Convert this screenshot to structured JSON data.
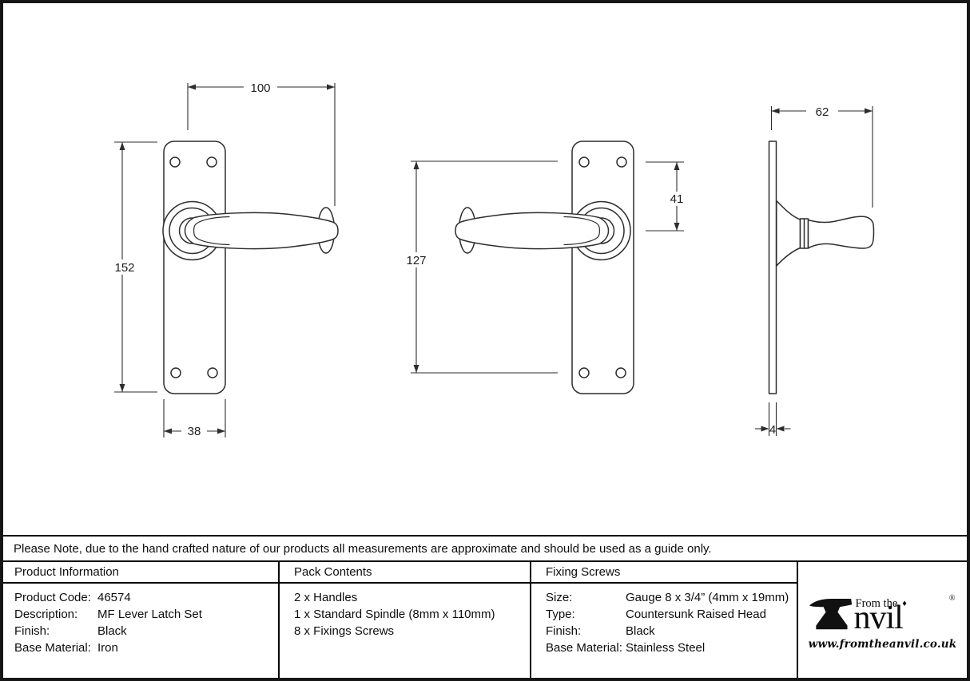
{
  "sheet": {
    "note": "Please Note, due to the hand crafted nature of our products all measurements are approximate and should be used as a guide only."
  },
  "drawings": {
    "front_view": {
      "handle_length": "100",
      "plate_height": "152",
      "plate_width": "38"
    },
    "back_view": {
      "screw_spacing": "127",
      "handle_offset": "41"
    },
    "side_view": {
      "projection": "62",
      "plate_thickness": "4"
    }
  },
  "product_information": {
    "header": "Product Information",
    "rows": [
      {
        "label": "Product Code:",
        "value": "46574"
      },
      {
        "label": "Description:",
        "value": "MF Lever Latch Set"
      },
      {
        "label": "Finish:",
        "value": "Black"
      },
      {
        "label": "Base Material:",
        "value": "Iron"
      }
    ]
  },
  "pack_contents": {
    "header": "Pack Contents",
    "items": [
      "2 x Handles",
      "1 x Standard Spindle (8mm x 110mm)",
      "8 x Fixings Screws"
    ]
  },
  "fixing_screws": {
    "header": "Fixing Screws",
    "rows": [
      {
        "label": "Size:",
        "value": "Gauge 8 x 3/4” (4mm x 19mm)"
      },
      {
        "label": "Type:",
        "value": "Countersunk Raised Head"
      },
      {
        "label": "Finish:",
        "value": "Black"
      },
      {
        "label": "Base Material:",
        "value": "Stainless Steel"
      }
    ]
  },
  "logo": {
    "tagline": "From the",
    "brand_text": "nvil",
    "diamond": "♦",
    "registered": "®",
    "website": "www.fromtheanvil.co.uk"
  },
  "colors": {
    "line": "#2d2d2d",
    "border": "#000000",
    "background": "#ffffff"
  }
}
